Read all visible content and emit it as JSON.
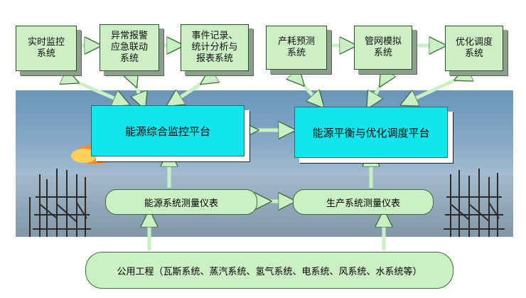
{
  "top_boxes": {
    "realtime": "实时监控\n系统",
    "alarm": "异常报警\n应急联动\n系统",
    "records": "事件记录、\n统计分析与\n报表系统",
    "consumption": "产耗预测\n系统",
    "network": "管网模拟\n系统",
    "optimize": "优化调度\n系统"
  },
  "platforms": {
    "monitor": "能源综合监控平台",
    "balance": "能源平衡与优化调度平台"
  },
  "instruments": {
    "energy": "能源系统测量仪表",
    "production": "生产系统测量仪表"
  },
  "utility": "公用工程（瓦斯系统、蒸汽系统、氢气系统、电系统、风系统、水系统等）",
  "colors": {
    "box_fill": "#ccefc5",
    "platform_fill": "#11e6ee",
    "arrow_fill": "#c8f0c2"
  }
}
